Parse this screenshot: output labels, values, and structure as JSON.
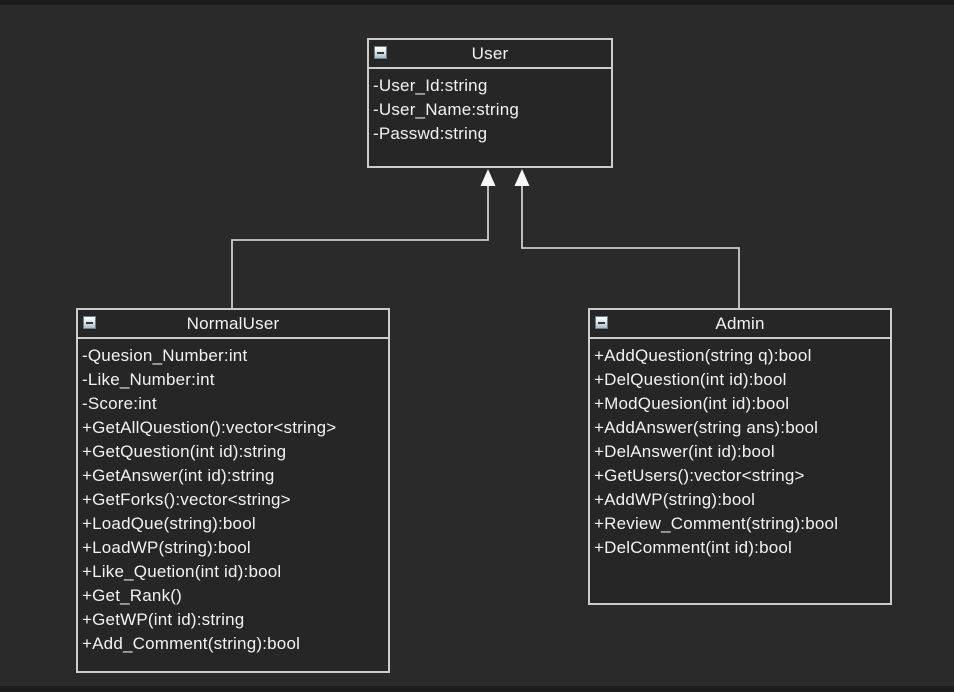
{
  "diagram": {
    "type": "uml-class-diagram",
    "colors": {
      "background": "#2a2a2a",
      "edge_strip": "#1c1c1c",
      "box_fill": "#262626",
      "line": "#cccccc",
      "arrowhead": "#f8f8f8",
      "text": "#f2f2f2"
    },
    "classes": [
      {
        "id": "user",
        "title": "User",
        "collapse_icon": "minus-square-icon",
        "members": [
          "-User_Id:string",
          "-User_Name:string",
          "-Passwd:string"
        ]
      },
      {
        "id": "normaluser",
        "title": "NormalUser",
        "collapse_icon": "minus-square-icon",
        "members": [
          "-Quesion_Number:int",
          "-Like_Number:int",
          "-Score:int",
          "+GetAllQuestion():vector<string>",
          "+GetQuestion(int id):string",
          "+GetAnswer(int id):string",
          "+GetForks():vector<string>",
          "+LoadQue(string):bool",
          "+LoadWP(string):bool",
          "+Like_Quetion(int id):bool",
          "+Get_Rank()",
          "+GetWP(int id):string",
          "+Add_Comment(string):bool"
        ]
      },
      {
        "id": "admin",
        "title": "Admin",
        "collapse_icon": "minus-square-icon",
        "members": [
          "+AddQuestion(string q):bool",
          "+DelQuestion(int id):bool",
          "+ModQuesion(int id):bool",
          "+AddAnswer(string ans):bool",
          "+DelAnswer(int id):bool",
          "+GetUsers():vector<string>",
          "+AddWP(string):bool",
          "+Review_Comment(string):bool",
          "+DelComment(int id):bool"
        ]
      }
    ],
    "relations": [
      {
        "type": "generalization",
        "from": "NormalUser",
        "to": "User"
      },
      {
        "type": "generalization",
        "from": "Admin",
        "to": "User"
      }
    ]
  }
}
